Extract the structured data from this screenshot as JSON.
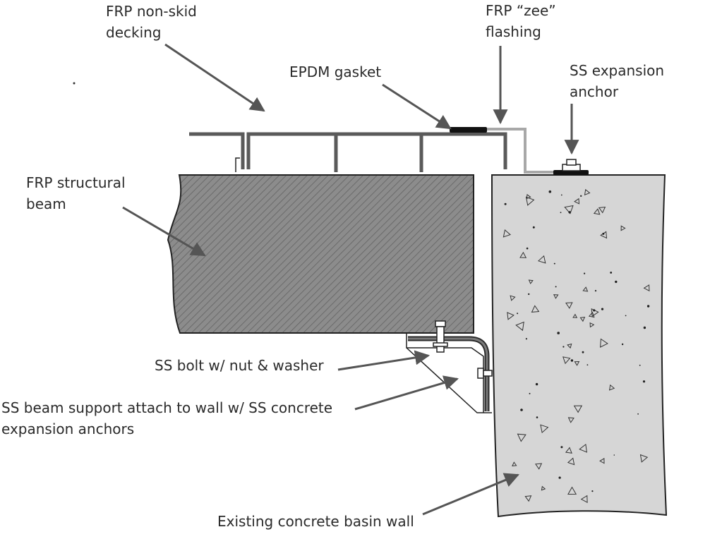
{
  "callouts": {
    "decking": {
      "line1": "FRP non-skid",
      "line2": "decking"
    },
    "zee_flashing": {
      "line1": "FRP “zee”",
      "line2": "flashing"
    },
    "gasket": {
      "text": "EPDM gasket"
    },
    "expansion_anchor": {
      "line1": "SS expansion",
      "line2": "anchor"
    },
    "structural_beam": {
      "line1": "FRP structural",
      "line2": "beam"
    },
    "bolt": {
      "text": "SS bolt w/ nut & washer"
    },
    "beam_support": {
      "line1": "SS beam support attach to wall w/ SS concrete",
      "line2": "expansion anchors"
    },
    "basin_wall": {
      "text": "Existing concrete basin wall"
    }
  },
  "colors": {
    "beam_fill": "#8a8a8a",
    "concrete_fill": "#d6d6d6",
    "decking_stroke": "#5a5a5a",
    "flashing_stroke": "#a8a8a8",
    "leader": "#555555",
    "gasket": "#111111"
  }
}
